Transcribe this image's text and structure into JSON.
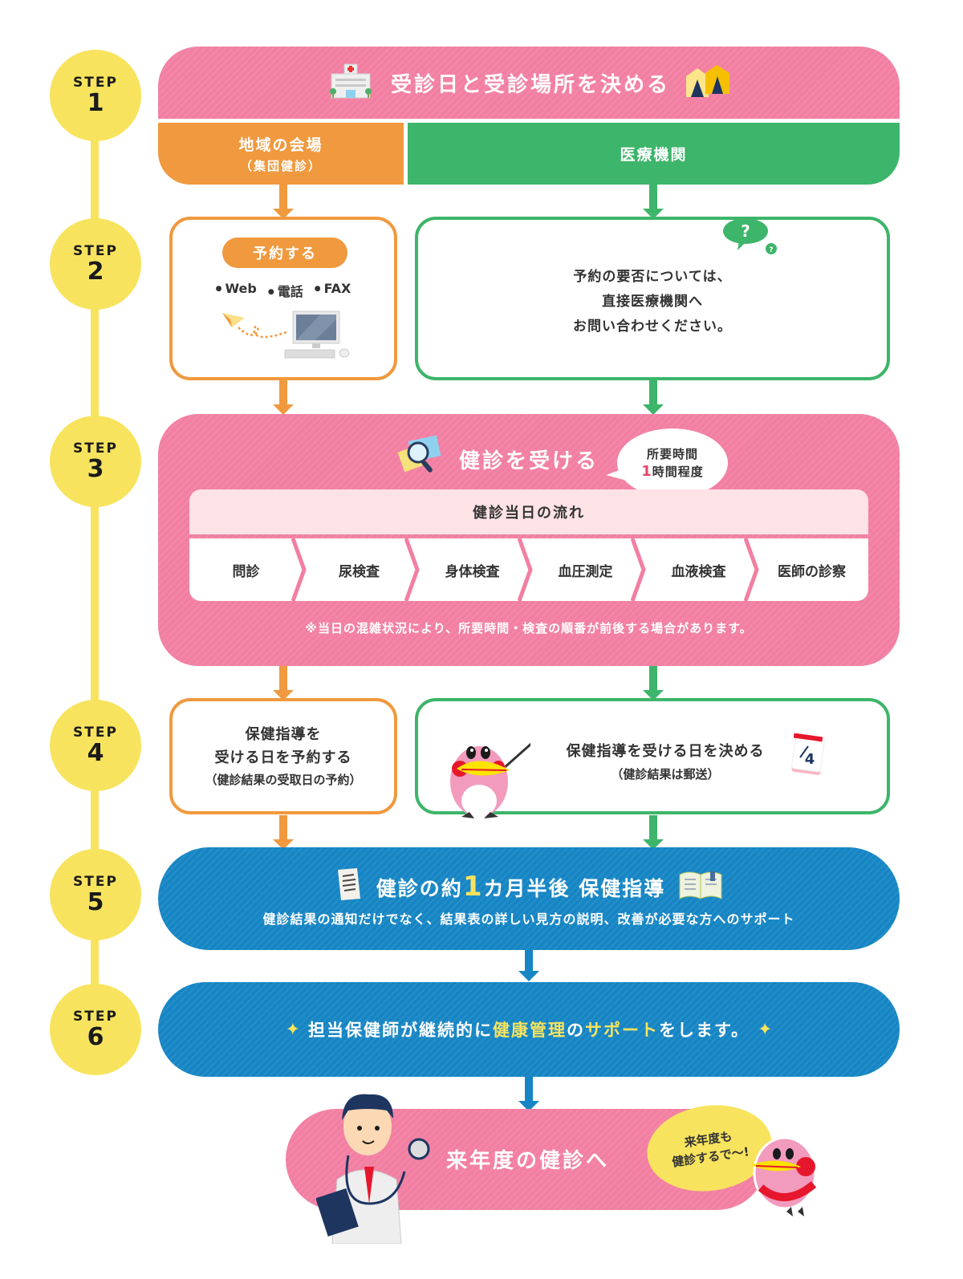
{
  "colors": {
    "step_yellow": "#f8e35e",
    "pink": "#f27fa2",
    "orange": "#f0993e",
    "green": "#3db56a",
    "blue": "#1685c4",
    "flow_header_bg": "#fde2e6",
    "highlight_red": "#e8446f"
  },
  "steps": [
    {
      "label": "STEP",
      "number": "1"
    },
    {
      "label": "STEP",
      "number": "2"
    },
    {
      "label": "STEP",
      "number": "3"
    },
    {
      "label": "STEP",
      "number": "4"
    },
    {
      "label": "STEP",
      "number": "5"
    },
    {
      "label": "STEP",
      "number": "6"
    }
  ],
  "step1": {
    "title": "受診日と受診場所を決める",
    "icons": [
      "hospital-icon",
      "tent-icon"
    ],
    "left": {
      "title": "地域の会場",
      "subtitle": "（集団健診）"
    },
    "right": {
      "title": "医療機関"
    }
  },
  "step2": {
    "left": {
      "button": "予約する",
      "methods": [
        "Web",
        "電話",
        "FAX"
      ],
      "icons": [
        "paper-plane-icon",
        "computer-icon"
      ]
    },
    "right": {
      "lines": [
        "予約の要否については、",
        "直接医療機関へ",
        "お問い合わせください。"
      ],
      "icon": "question-bubble-icon"
    }
  },
  "step3": {
    "title": "健診を受ける",
    "icon": "magnifier-document-icon",
    "duration_label": "所要時間",
    "duration_number": "1",
    "duration_unit": "時間程度",
    "flow_title": "健診当日の流れ",
    "flow": [
      "問診",
      "尿検査",
      "身体検査",
      "血圧測定",
      "血液検査",
      "医師の診察"
    ],
    "note": "※当日の混雑状況により、所要時間・検査の順番が前後する場合があります。"
  },
  "step4": {
    "left": {
      "lines": [
        "保健指導を",
        "受ける日を予約する"
      ],
      "sub": "（健診結果の受取日の予約）"
    },
    "right": {
      "title": "保健指導を受ける日を決める",
      "sub": "（健診結果は郵送）",
      "icons": [
        "bird-mascot-icon",
        "calendar-icon"
      ]
    }
  },
  "step5": {
    "title_pre": "健診の約",
    "title_num": "1",
    "title_post": "カ月半後 保健指導",
    "subtitle": "健診結果の通知だけでなく、結果表の詳しい見方の説明、改善が必要な方へのサポート",
    "icons": [
      "document-icon",
      "open-book-icon"
    ]
  },
  "step6": {
    "text_1": "担当保健師が継続的に",
    "text_hl1": "健康管理",
    "text_2": "の",
    "text_hl2": "サポート",
    "text_3": "をします。",
    "icon": "sparkle-icon"
  },
  "final": {
    "title": "来年度の健診へ",
    "bubble_lines": [
      "来年度も",
      "健診するで〜!"
    ],
    "icons": [
      "doctor-icon",
      "bird-mascot-icon"
    ]
  }
}
